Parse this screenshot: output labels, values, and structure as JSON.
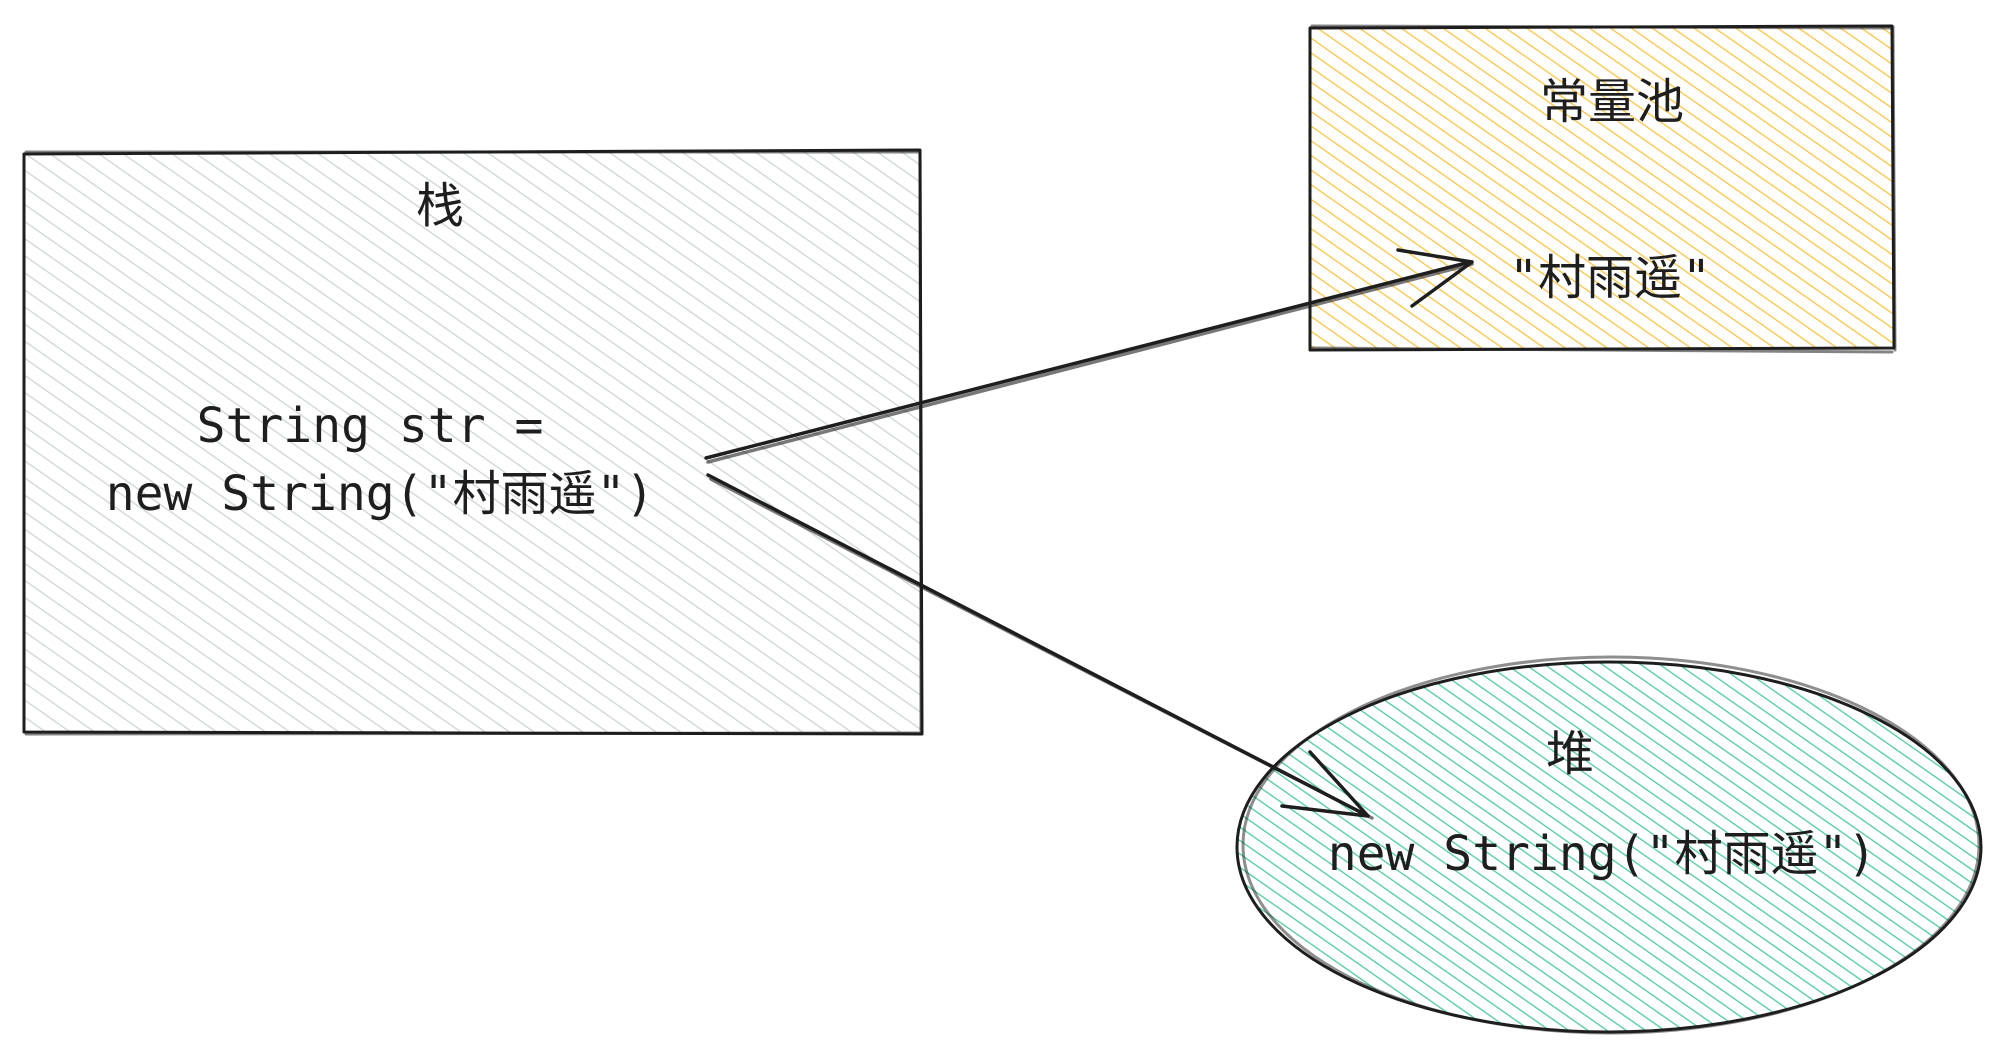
{
  "stack": {
    "title": "栈",
    "code_line1": "String str =",
    "code_line2": "new String(\"村雨遥\")",
    "color": "#ced4da"
  },
  "constant_pool": {
    "title": "常量池",
    "value": "\"村雨遥\"",
    "color": "#fab005"
  },
  "heap": {
    "title": "堆",
    "value": "new String(\"村雨遥\")",
    "color": "#12b886"
  },
  "stroke_color": "#1e1e1e"
}
